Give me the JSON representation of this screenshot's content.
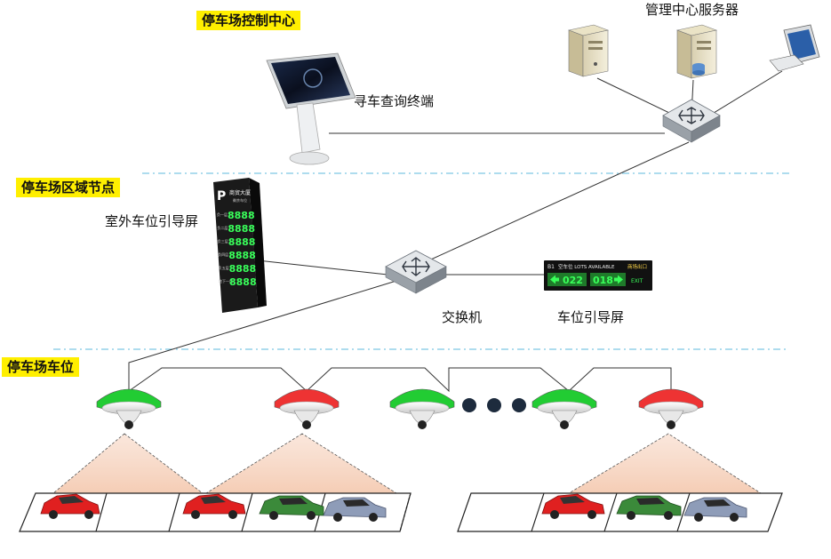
{
  "sections": {
    "control_center": "停车场控制中心",
    "area_node": "停车场区域节点",
    "parking_spaces": "停车场车位"
  },
  "labels": {
    "management_server": "管理中心服务器",
    "query_terminal": "寻车查询终端",
    "outdoor_guidance_screen": "室外车位引导屏",
    "switch": "交换机",
    "guidance_screen": "车位引导屏"
  },
  "guidance_screen_display": {
    "floor": "B1",
    "header": "空车位 LOTS AVAILABLE",
    "exit_label": "商场出口",
    "left_count": "022",
    "right_count": "018",
    "exit": "EXIT"
  },
  "outdoor_screen_display": {
    "logo": "P",
    "title": "商贸大厦",
    "subtitle": "剩余车位",
    "rows": [
      {
        "name": "负一层",
        "value": "8888"
      },
      {
        "name": "负二层",
        "value": "8888"
      },
      {
        "name": "负三层",
        "value": "8888"
      },
      {
        "name": "负四层",
        "value": "8888"
      },
      {
        "name": "负五层",
        "value": "8888"
      },
      {
        "name": "地下一层",
        "value": "8888"
      }
    ]
  },
  "sensors": [
    {
      "status": "available",
      "color": "#22cc33"
    },
    {
      "status": "occupied",
      "color": "#ee3333"
    },
    {
      "status": "available",
      "color": "#22cc33"
    },
    {
      "status": "available",
      "color": "#22cc33"
    },
    {
      "status": "occupied",
      "color": "#ee3333"
    }
  ],
  "colors": {
    "highlight": "#ffef00",
    "divider": "#7ec8e3",
    "available": "#22cc33",
    "occupied": "#ee3333",
    "led_green": "#39ff5a"
  }
}
